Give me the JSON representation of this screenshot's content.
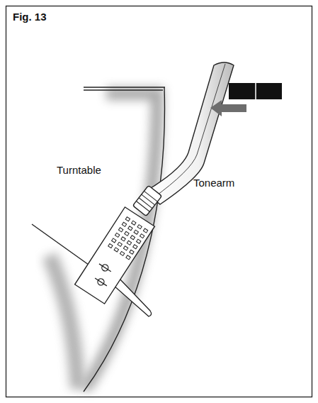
{
  "diagram": {
    "title": "Fig. 13",
    "labels": [
      "Turntable",
      "Tonearm"
    ]
  }
}
